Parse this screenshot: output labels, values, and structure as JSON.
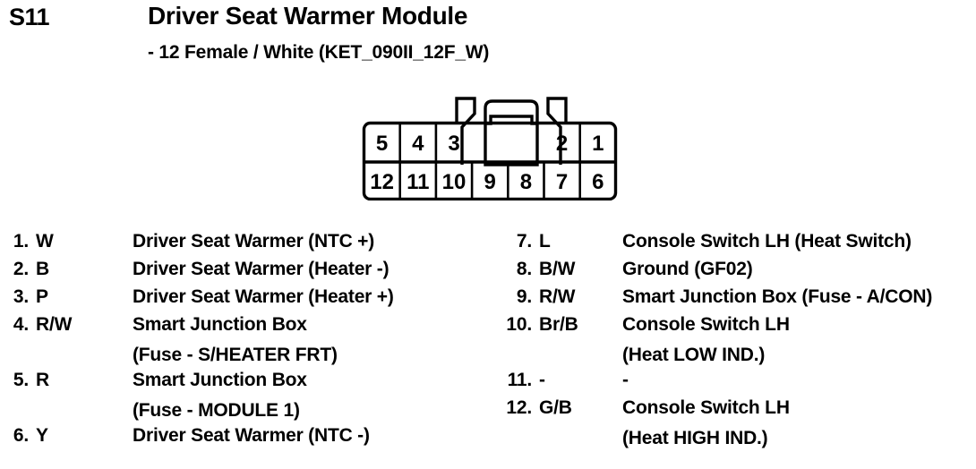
{
  "header": {
    "code": "S11",
    "title": "Driver Seat Warmer Module",
    "subtitle": "- 12 Female / White (KET_090II_12F_W)"
  },
  "connector": {
    "type": "12-way female connector",
    "rows": {
      "top": [
        "5",
        "4",
        "3",
        "",
        "",
        "2",
        "1"
      ],
      "bottom": [
        "12",
        "11",
        "10",
        "9",
        "8",
        "7",
        "6"
      ]
    },
    "latch_columns": [
      4,
      5
    ]
  },
  "pins": {
    "left": [
      {
        "number": "1.",
        "color": "W",
        "desc1": "Driver Seat Warmer (NTC +)",
        "desc2": ""
      },
      {
        "number": "2.",
        "color": "B",
        "desc1": "Driver Seat Warmer (Heater -)",
        "desc2": ""
      },
      {
        "number": "3.",
        "color": "P",
        "desc1": "Driver Seat Warmer (Heater +)",
        "desc2": ""
      },
      {
        "number": "4.",
        "color": "R/W",
        "desc1": "Smart Junction Box",
        "desc2": "(Fuse - S/HEATER FRT)"
      },
      {
        "number": "5.",
        "color": "R",
        "desc1": "Smart Junction Box",
        "desc2": "(Fuse - MODULE 1)"
      },
      {
        "number": "6.",
        "color": "Y",
        "desc1": "Driver Seat Warmer (NTC -)",
        "desc2": ""
      }
    ],
    "right": [
      {
        "number": "7.",
        "color": "L",
        "desc1": "Console Switch LH (Heat Switch)",
        "desc2": ""
      },
      {
        "number": "8.",
        "color": "B/W",
        "desc1": "Ground (GF02)",
        "desc2": ""
      },
      {
        "number": "9.",
        "color": "R/W",
        "desc1": "Smart Junction Box (Fuse - A/CON)",
        "desc2": ""
      },
      {
        "number": "10.",
        "color": "Br/B",
        "desc1": "Console Switch LH",
        "desc2": "(Heat LOW IND.)"
      },
      {
        "number": "11.",
        "color": "-",
        "desc1": "-",
        "desc2": ""
      },
      {
        "number": "12.",
        "color": "G/B",
        "desc1": "Console Switch LH",
        "desc2": "(Heat HIGH IND.)"
      }
    ]
  },
  "colors": {
    "ink": "#000000",
    "background": "#ffffff"
  }
}
